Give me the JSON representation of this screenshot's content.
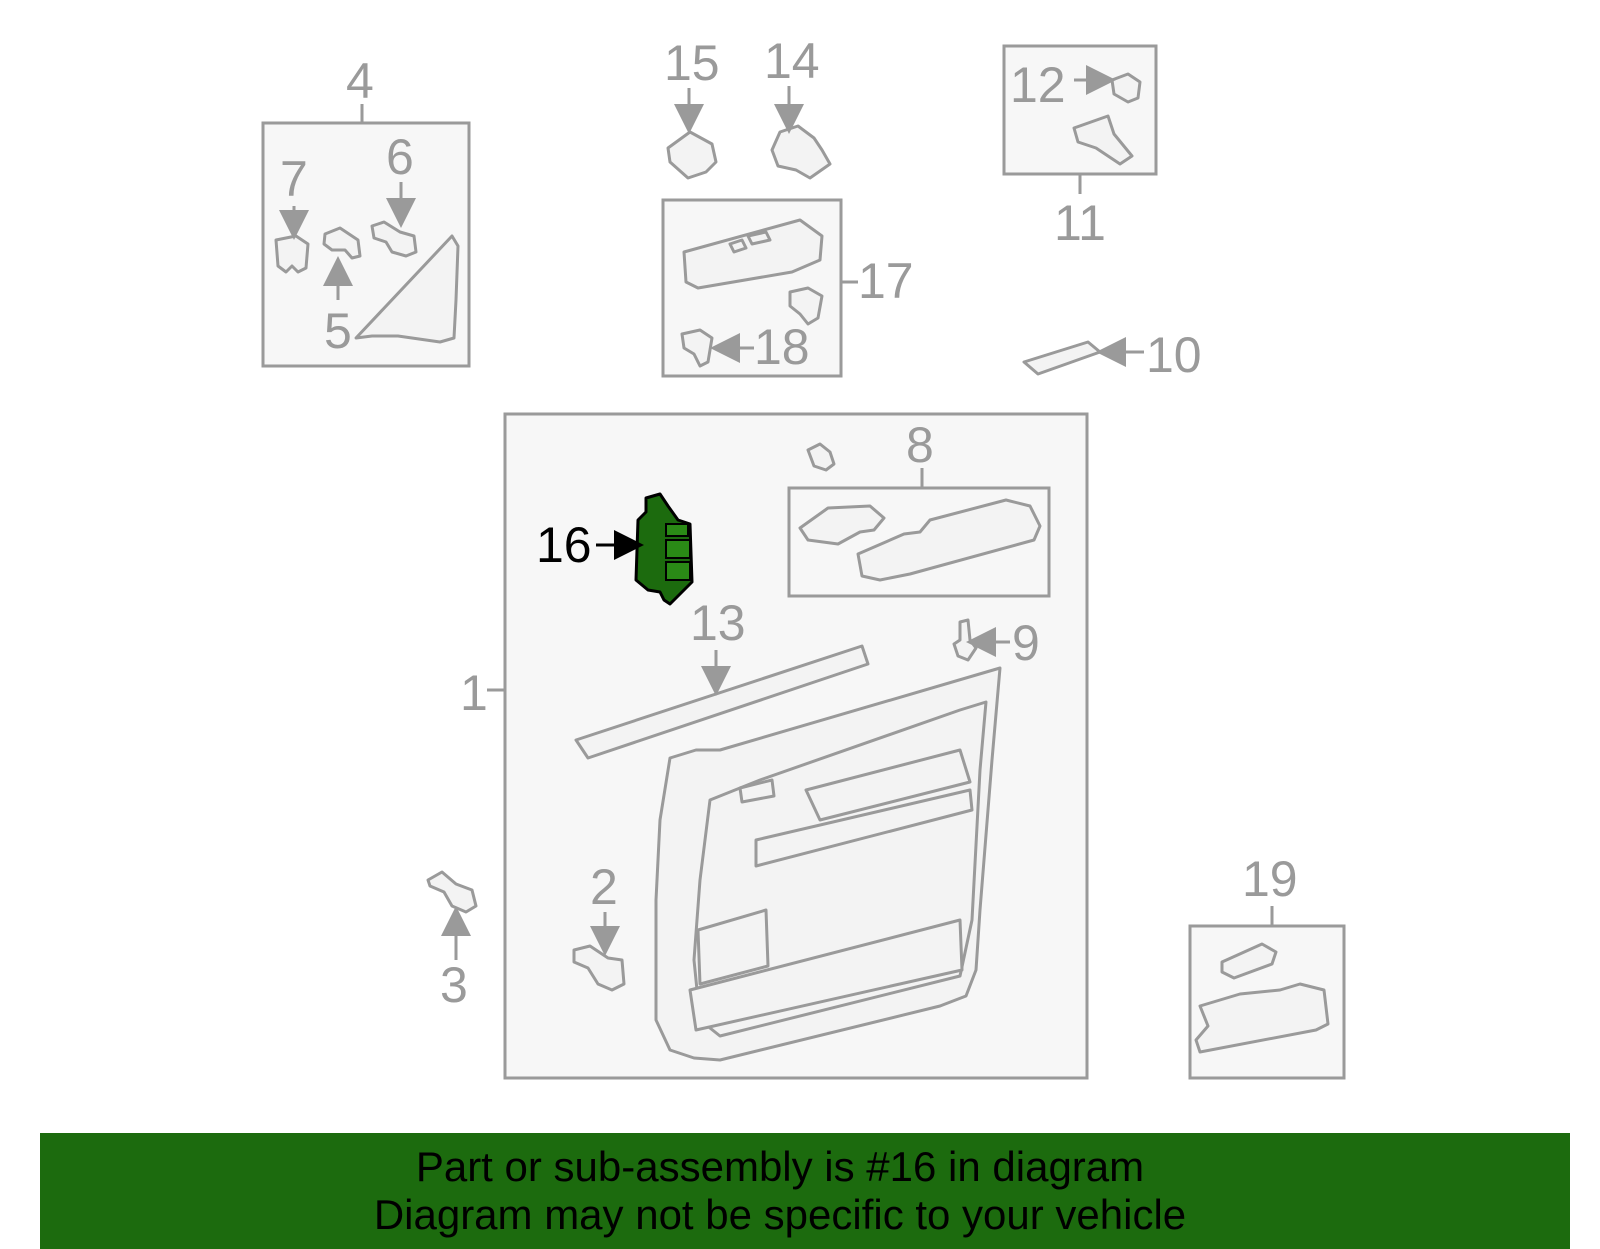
{
  "diagram": {
    "callouts": {
      "c1": "1",
      "c2": "2",
      "c3": "3",
      "c4": "4",
      "c5": "5",
      "c6": "6",
      "c7": "7",
      "c8": "8",
      "c9": "9",
      "c10": "10",
      "c11": "11",
      "c12": "12",
      "c13": "13",
      "c14": "14",
      "c15": "15",
      "c16": "16",
      "c17": "17",
      "c18": "18",
      "c19": "19"
    },
    "highlighted_part": "16",
    "colors": {
      "line": "#9a9a9a",
      "highlight_fill": "#1c6b0e",
      "highlight_stroke": "#000000",
      "banner_bg": "#1c6b0e"
    }
  },
  "banner": {
    "line1": "Part or sub-assembly is #16 in diagram",
    "line2": "Diagram may not be specific to your vehicle"
  }
}
